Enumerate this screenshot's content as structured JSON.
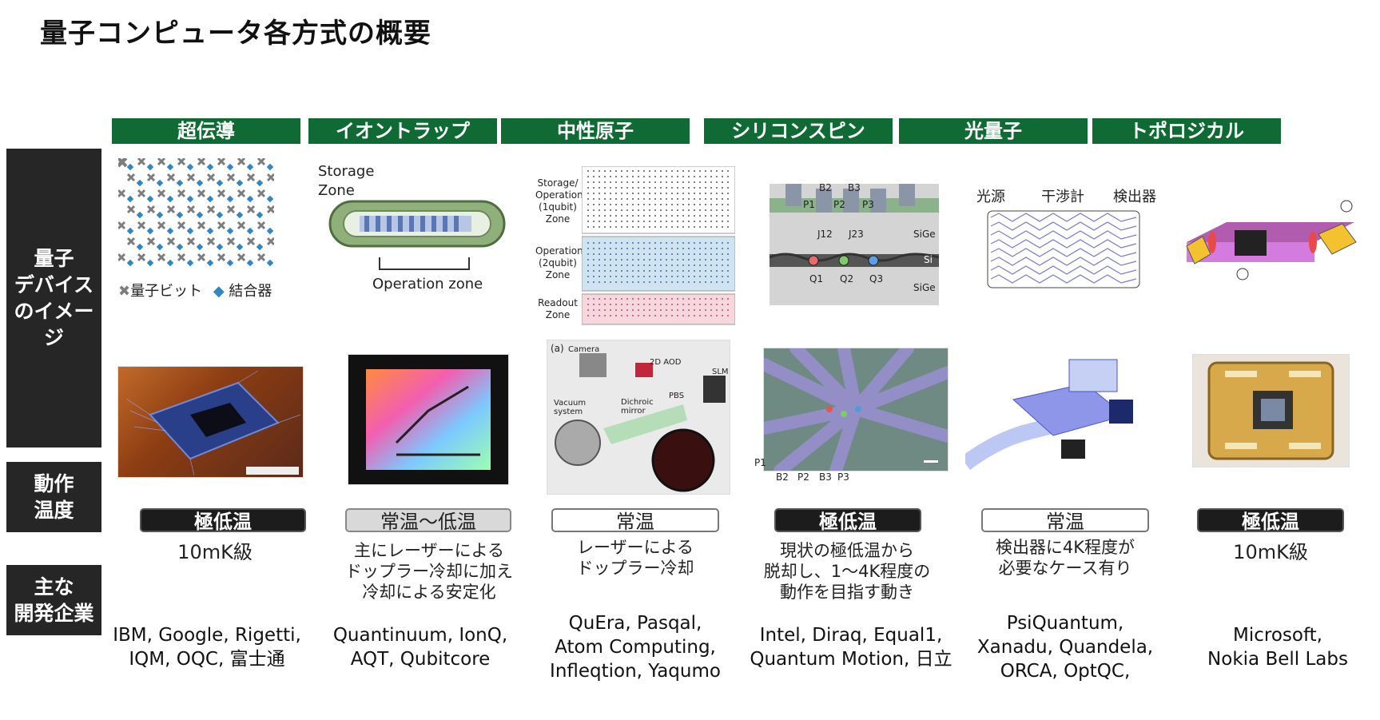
{
  "title": "量子コンピュータ各方式の概要",
  "row_labels": {
    "device": "量子\nデバイス\nのイメージ",
    "temp": "動作\n温度",
    "companies": "主な\n開発企業"
  },
  "columns": [
    {
      "header": "超伝導",
      "temp_badge": "極低温",
      "temp_desc": "10mK級",
      "companies": "IBM, Google, Rigetti,\nIQM, OQC, 富士通"
    },
    {
      "header": "イオントラップ",
      "temp_badge": "常温〜低温",
      "temp_desc": "主にレーザーによる\nドップラー冷却に加え\n冷却による安定化",
      "companies": "Quantinuum, IonQ,\nAQT, Qubitcore"
    },
    {
      "header": "中性原子",
      "temp_badge": "常温",
      "temp_desc": "レーザーによる\nドップラー冷却",
      "companies": "QuEra, Pasqal,\nAtom Computing,\nInfleqtion, Yaqumo"
    },
    {
      "header": "シリコンスピン",
      "temp_badge": "極低温",
      "temp_desc": "現状の極低温から\n脱却し、1〜4K程度の\n動作を目指す動き",
      "companies": "Intel, Diraq, Equal1,\nQuantum Motion, 日立"
    },
    {
      "header": "光量子",
      "temp_badge": "常温",
      "temp_desc": "検出器に4K程度が\n必要なケース有り",
      "companies": "PsiQuantum,\nXanadu, Quandela,\nORCA, OptQC,"
    },
    {
      "header": "トポロジカル",
      "temp_badge": "極低温",
      "temp_desc": "10mK級",
      "companies": "Microsoft,\nNokia Bell Labs"
    }
  ],
  "diagram_labels": {
    "sc_qubit": "量子ビット",
    "sc_coupler": "結合器",
    "ion_storage": "Storage\nZone",
    "ion_operation": "Operation zone",
    "na_storage": "Storage/\nOperation\n(1qubit)\nZone",
    "na_operation": "Operation\n(2qubit)\nZone",
    "na_readout": "Readout\nZone",
    "na_camera": "Camera",
    "na_aod": "2D AOD",
    "na_slm": "SLM",
    "na_pbs": "PBS",
    "na_vacuum": "Vacuum\nsystem",
    "na_dichroic": "Dichroic\nmirror",
    "na_a": "(a)",
    "si_b2": "B2",
    "si_b3": "B3",
    "si_p1": "P1",
    "si_p2": "P2",
    "si_p3": "P3",
    "si_j12": "J12",
    "si_j23": "J23",
    "si_q1": "Q1",
    "si_q2": "Q2",
    "si_q3": "Q3",
    "si_sige": "SiGe",
    "si_si": "Si",
    "si_sem_p1": "P1",
    "si_sem_b2": "B2",
    "si_sem_p2": "P2",
    "si_sem_b3": "B3",
    "si_sem_p3": "P3",
    "ph_source": "光源",
    "ph_interf": "干渉計",
    "ph_detector": "検出器"
  },
  "colors": {
    "header_green": "#0f6b33",
    "dark": "#262626",
    "qubit": "#7d7d7d",
    "coupler": "#2e86c9"
  }
}
